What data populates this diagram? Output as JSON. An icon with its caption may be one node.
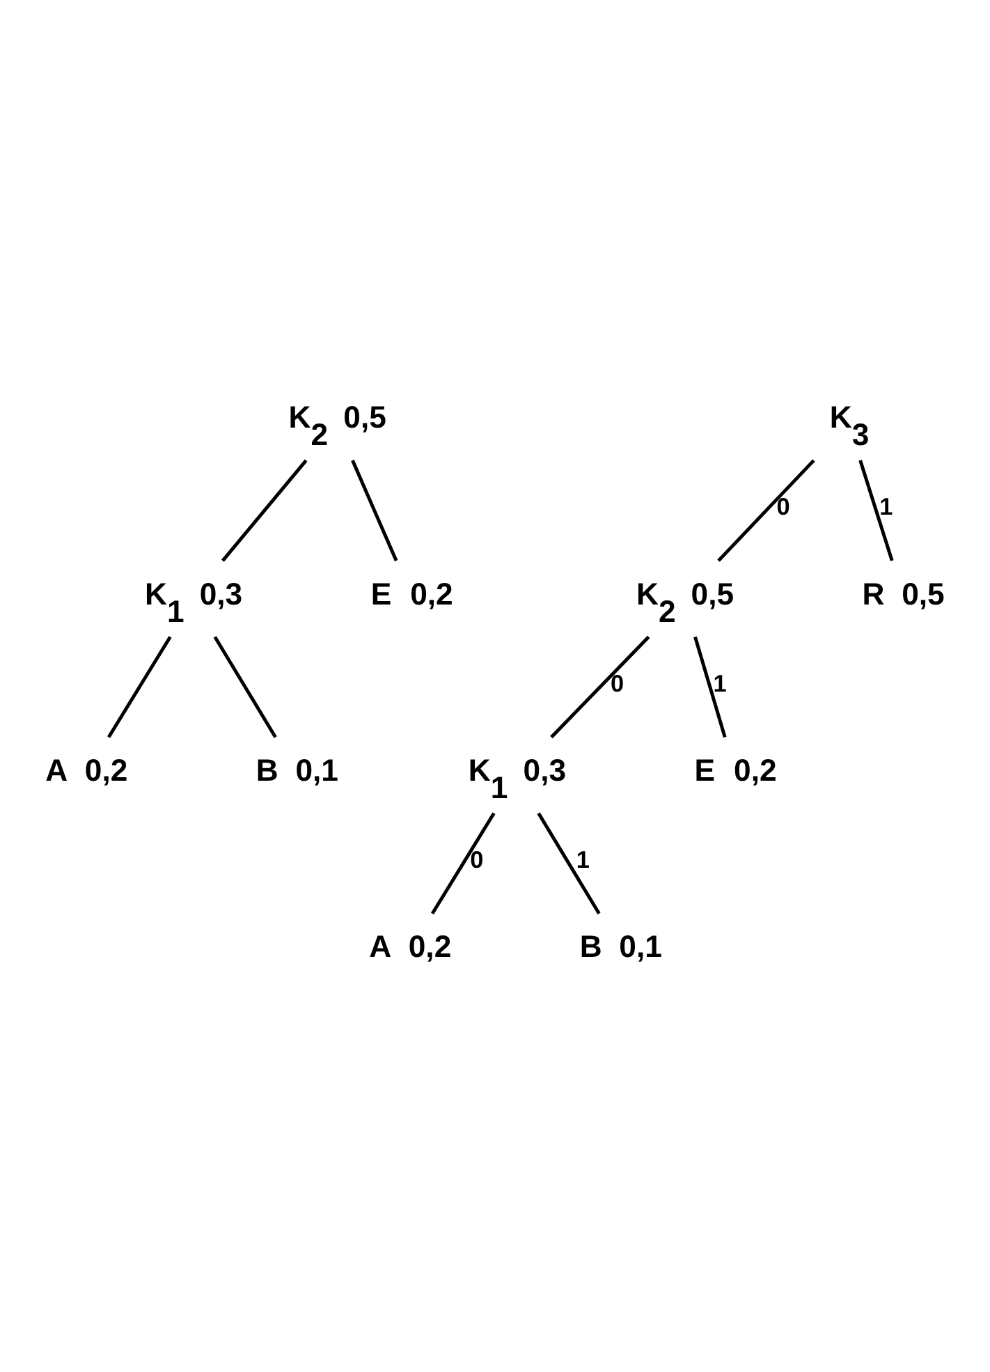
{
  "diagram": {
    "nodes": [
      {
        "text": [
          "K$_{2}$"
        ],
        "beside": [
          "0,5"
        ]
      },
      {
        "text": [
          "K$_{1}$"
        ],
        "beside": [
          "0,3"
        ]
      },
      {
        "text": [
          "E"
        ],
        "beside": [
          "0,2"
        ]
      },
      {
        "text": [
          "A"
        ],
        "beside": [
          "0,2"
        ]
      },
      {
        "text": [
          "B"
        ],
        "beside": [
          "0,1"
        ]
      },
      {
        "text": [
          "K$_{3}$"
        ]
      },
      {
        "text": [
          "K$_{2}$"
        ],
        "beside": [
          "0,5"
        ]
      },
      {
        "text": [
          "R"
        ],
        "beside": [
          "0,5"
        ]
      },
      {
        "text": [
          "K$_{1}$"
        ],
        "beside": [
          "0,3"
        ]
      },
      {
        "text": [
          "E"
        ],
        "beside": [
          "0,2"
        ]
      },
      {
        "text": [
          "A"
        ],
        "beside": [
          "0,2"
        ]
      },
      {
        "text": [
          "B"
        ],
        "beside": [
          "0,1"
        ]
      }
    ],
    "edges": [
      {
        "from": 0,
        "to": 1,
        "arrow": "none"
      },
      {
        "from": 0,
        "to": 2,
        "arrow": "none"
      },
      {
        "from": 1,
        "to": 3,
        "arrow": "none"
      },
      {
        "from": 1,
        "to": 4,
        "arrow": "none"
      },
      {
        "from": 5,
        "to": 6,
        "arrow": "none",
        "label": "0"
      },
      {
        "from": 5,
        "to": 7,
        "arrow": "none",
        "label": "1"
      },
      {
        "from": 6,
        "to": 8,
        "arrow": "none",
        "label": "0"
      },
      {
        "from": 6,
        "to": 9,
        "arrow": "none",
        "label": "1"
      },
      {
        "from": 8,
        "to": 10,
        "arrow": "none",
        "label": "0"
      },
      {
        "from": 8,
        "to": 11,
        "arrow": "none",
        "label": "1"
      }
    ]
  }
}
